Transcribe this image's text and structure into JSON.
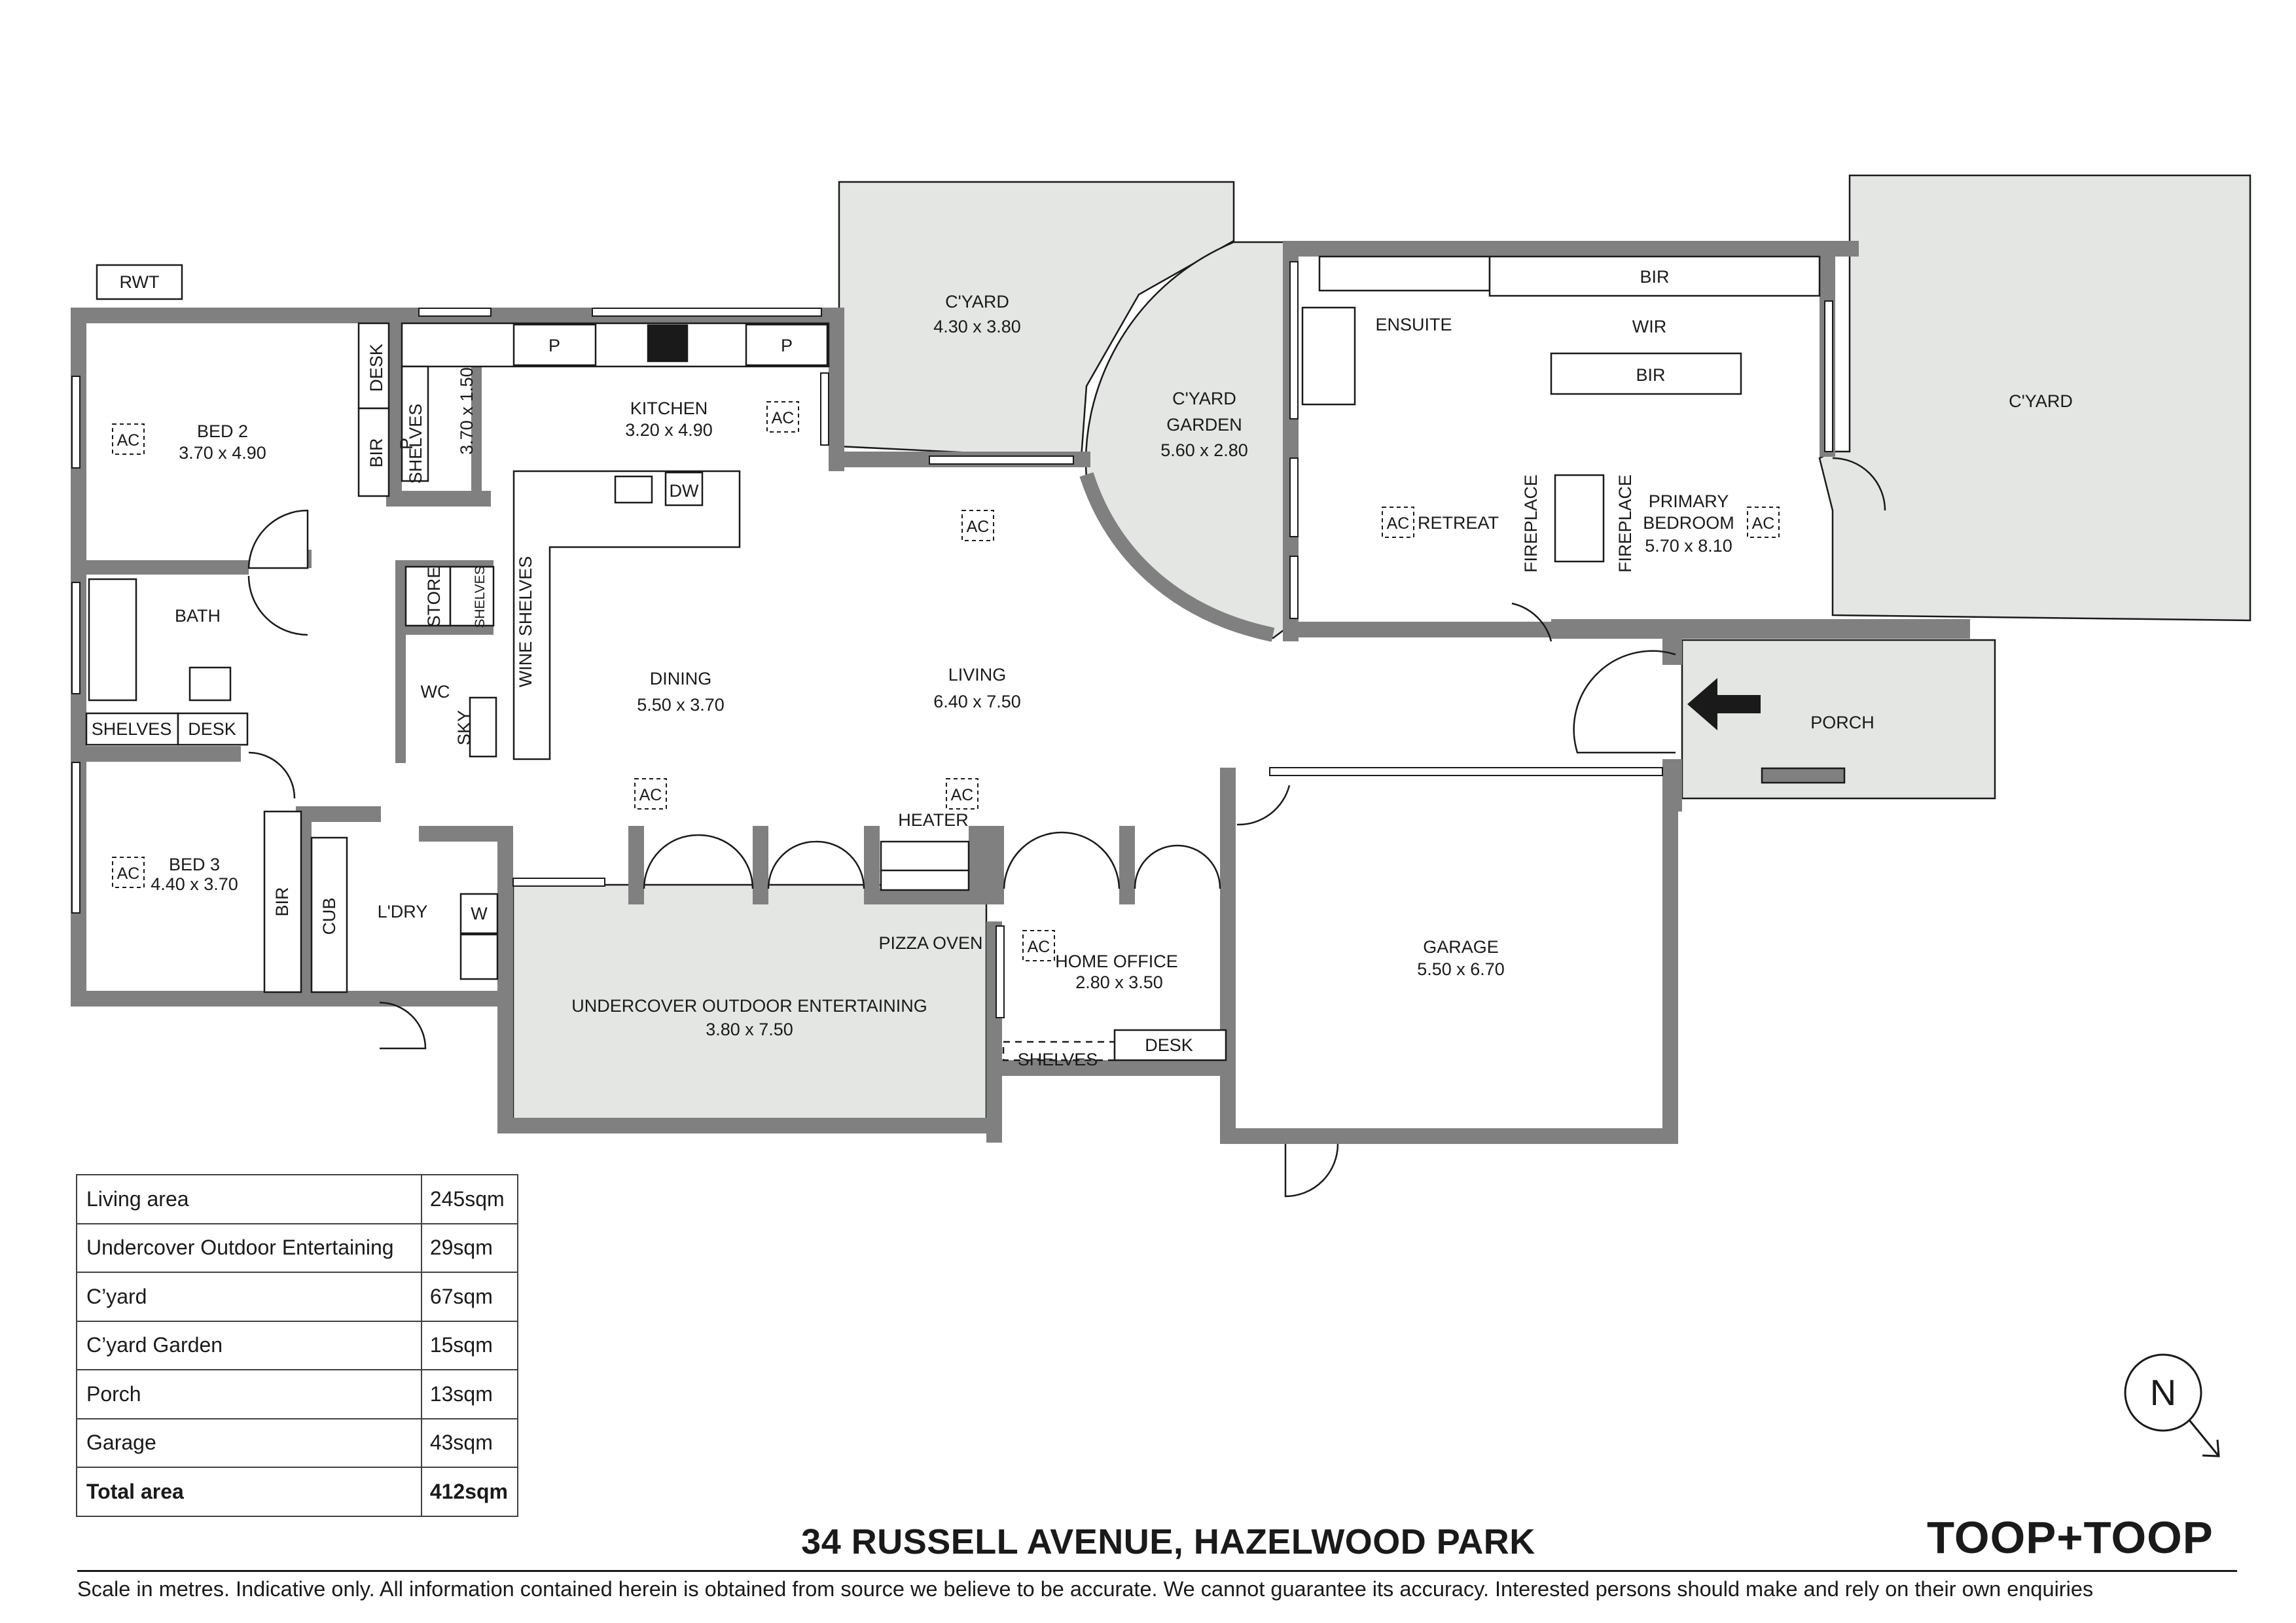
{
  "rooms": {
    "rwt": "RWT",
    "bed2": {
      "name": "BED 2",
      "dims": "3.70 x 4.90"
    },
    "bed3": {
      "name": "BED 3",
      "dims": "4.40 x 3.70"
    },
    "bath": "BATH",
    "kitchen": {
      "name": "KITCHEN",
      "dims": "3.20 x 4.90"
    },
    "pantry": {
      "name": "P",
      "dims": "3.70 x 1.50"
    },
    "cyard_north": {
      "name": "C'YARD",
      "dims": "4.30 x 3.80"
    },
    "cyard_garden": {
      "name": "C'YARD GARDEN",
      "line1": "C'YARD",
      "line2": "GARDEN",
      "dims": "5.60 x 2.80"
    },
    "ensuite": "ENSUITE",
    "wir": "WIR",
    "retreat": "RETREAT",
    "primary": {
      "line1": "PRIMARY",
      "line2": "BEDROOM",
      "dims": "5.70 x 8.10"
    },
    "cyard_east": "C'YARD",
    "dining": {
      "name": "DINING",
      "dims": "5.50 x 3.70"
    },
    "living": {
      "name": "LIVING",
      "dims": "6.40 x 7.50"
    },
    "wc": "WC",
    "porch": "PORCH",
    "laundry": "L'DRY",
    "outdoor": {
      "name": "UNDERCOVER OUTDOOR ENTERTAINING",
      "dims": "3.80 x 7.50"
    },
    "home_office": {
      "name": "HOME OFFICE",
      "dims": "2.80 x 3.50"
    },
    "garage": {
      "name": "GARAGE",
      "dims": "5.50 x 6.70"
    }
  },
  "fixtures": {
    "desk": "DESK",
    "bir": "BIR",
    "shelves": "SHELVES",
    "wine_shelves": "WINE SHELVES",
    "store": "STORE",
    "p": "P",
    "dw": "DW",
    "ac": "AC",
    "fireplace": "FIREPLACE",
    "heater": "HEATER",
    "pizza_oven": "PIZZA OVEN",
    "cub": "CUB",
    "w": "W",
    "sky": "SKY"
  },
  "area_table": [
    {
      "label": "Living area",
      "value": "245sqm"
    },
    {
      "label": "Undercover Outdoor Entertaining",
      "value": "29sqm"
    },
    {
      "label": "C’yard",
      "value": "67sqm"
    },
    {
      "label": "C’yard Garden",
      "value": "15sqm"
    },
    {
      "label": "Porch",
      "value": "13sqm"
    },
    {
      "label": "Garage",
      "value": "43sqm"
    },
    {
      "label": "Total area",
      "value": "412sqm"
    }
  ],
  "address": "34 RUSSELL AVENUE, HAZELWOOD PARK",
  "logo": "TOOP+TOOP",
  "north_label": "N",
  "disclaimer": "Scale in metres. Indicative only. All information contained herein is obtained from source we believe to be accurate. We cannot guarantee its accuracy. Interested persons should make and rely on their own enquiries",
  "colors": {
    "wall": "#808080",
    "yard": "#e3e6e3",
    "line": "#1a1a1a"
  }
}
